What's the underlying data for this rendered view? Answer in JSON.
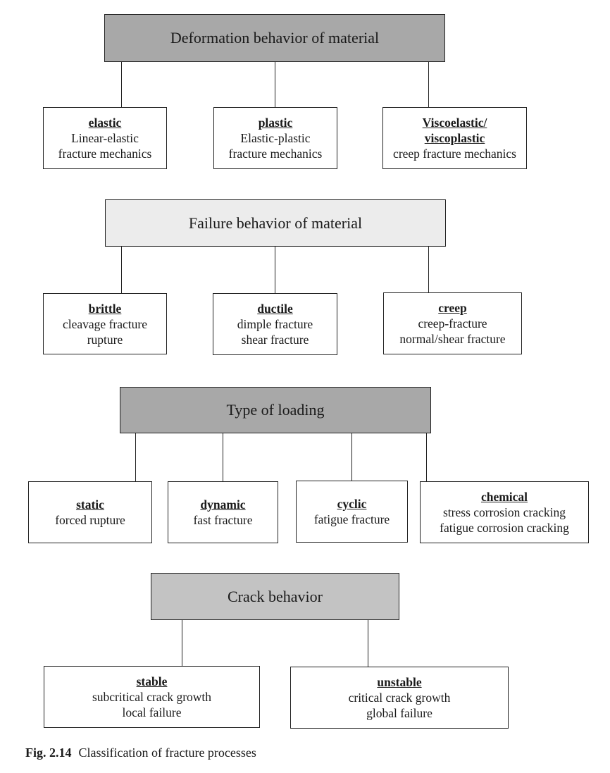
{
  "sections": [
    {
      "header": "Deformation behavior of material",
      "items": [
        {
          "title": "elastic",
          "lines": [
            "Linear-elastic",
            "fracture mechanics"
          ]
        },
        {
          "title": "plastic",
          "lines": [
            "Elastic-plastic",
            "fracture mechanics"
          ]
        },
        {
          "title_lines": [
            "Viscoelastic/",
            "viscoplastic"
          ],
          "lines": [
            "creep fracture mechanics"
          ]
        }
      ]
    },
    {
      "header": "Failure behavior of material",
      "items": [
        {
          "title": "brittle",
          "lines": [
            "cleavage fracture",
            "rupture"
          ]
        },
        {
          "title": "ductile",
          "lines": [
            "dimple fracture",
            "shear fracture"
          ]
        },
        {
          "title": "creep",
          "lines": [
            "creep-fracture",
            "normal/shear fracture"
          ]
        }
      ]
    },
    {
      "header": "Type of loading",
      "items": [
        {
          "title": "static",
          "lines": [
            "forced rupture"
          ]
        },
        {
          "title": "dynamic",
          "lines": [
            "fast fracture"
          ]
        },
        {
          "title": "cyclic",
          "lines": [
            "fatigue fracture"
          ]
        },
        {
          "title": "chemical",
          "lines": [
            "stress corrosion cracking",
            "fatigue corrosion cracking"
          ]
        }
      ]
    },
    {
      "header": "Crack behavior",
      "items": [
        {
          "title": "stable",
          "lines": [
            "subcritical crack growth",
            "local failure"
          ]
        },
        {
          "title": "unstable",
          "lines": [
            "critical crack growth",
            "global failure"
          ]
        }
      ]
    }
  ],
  "caption": {
    "label": "Fig. 2.14",
    "text": "Classification of fracture processes"
  }
}
